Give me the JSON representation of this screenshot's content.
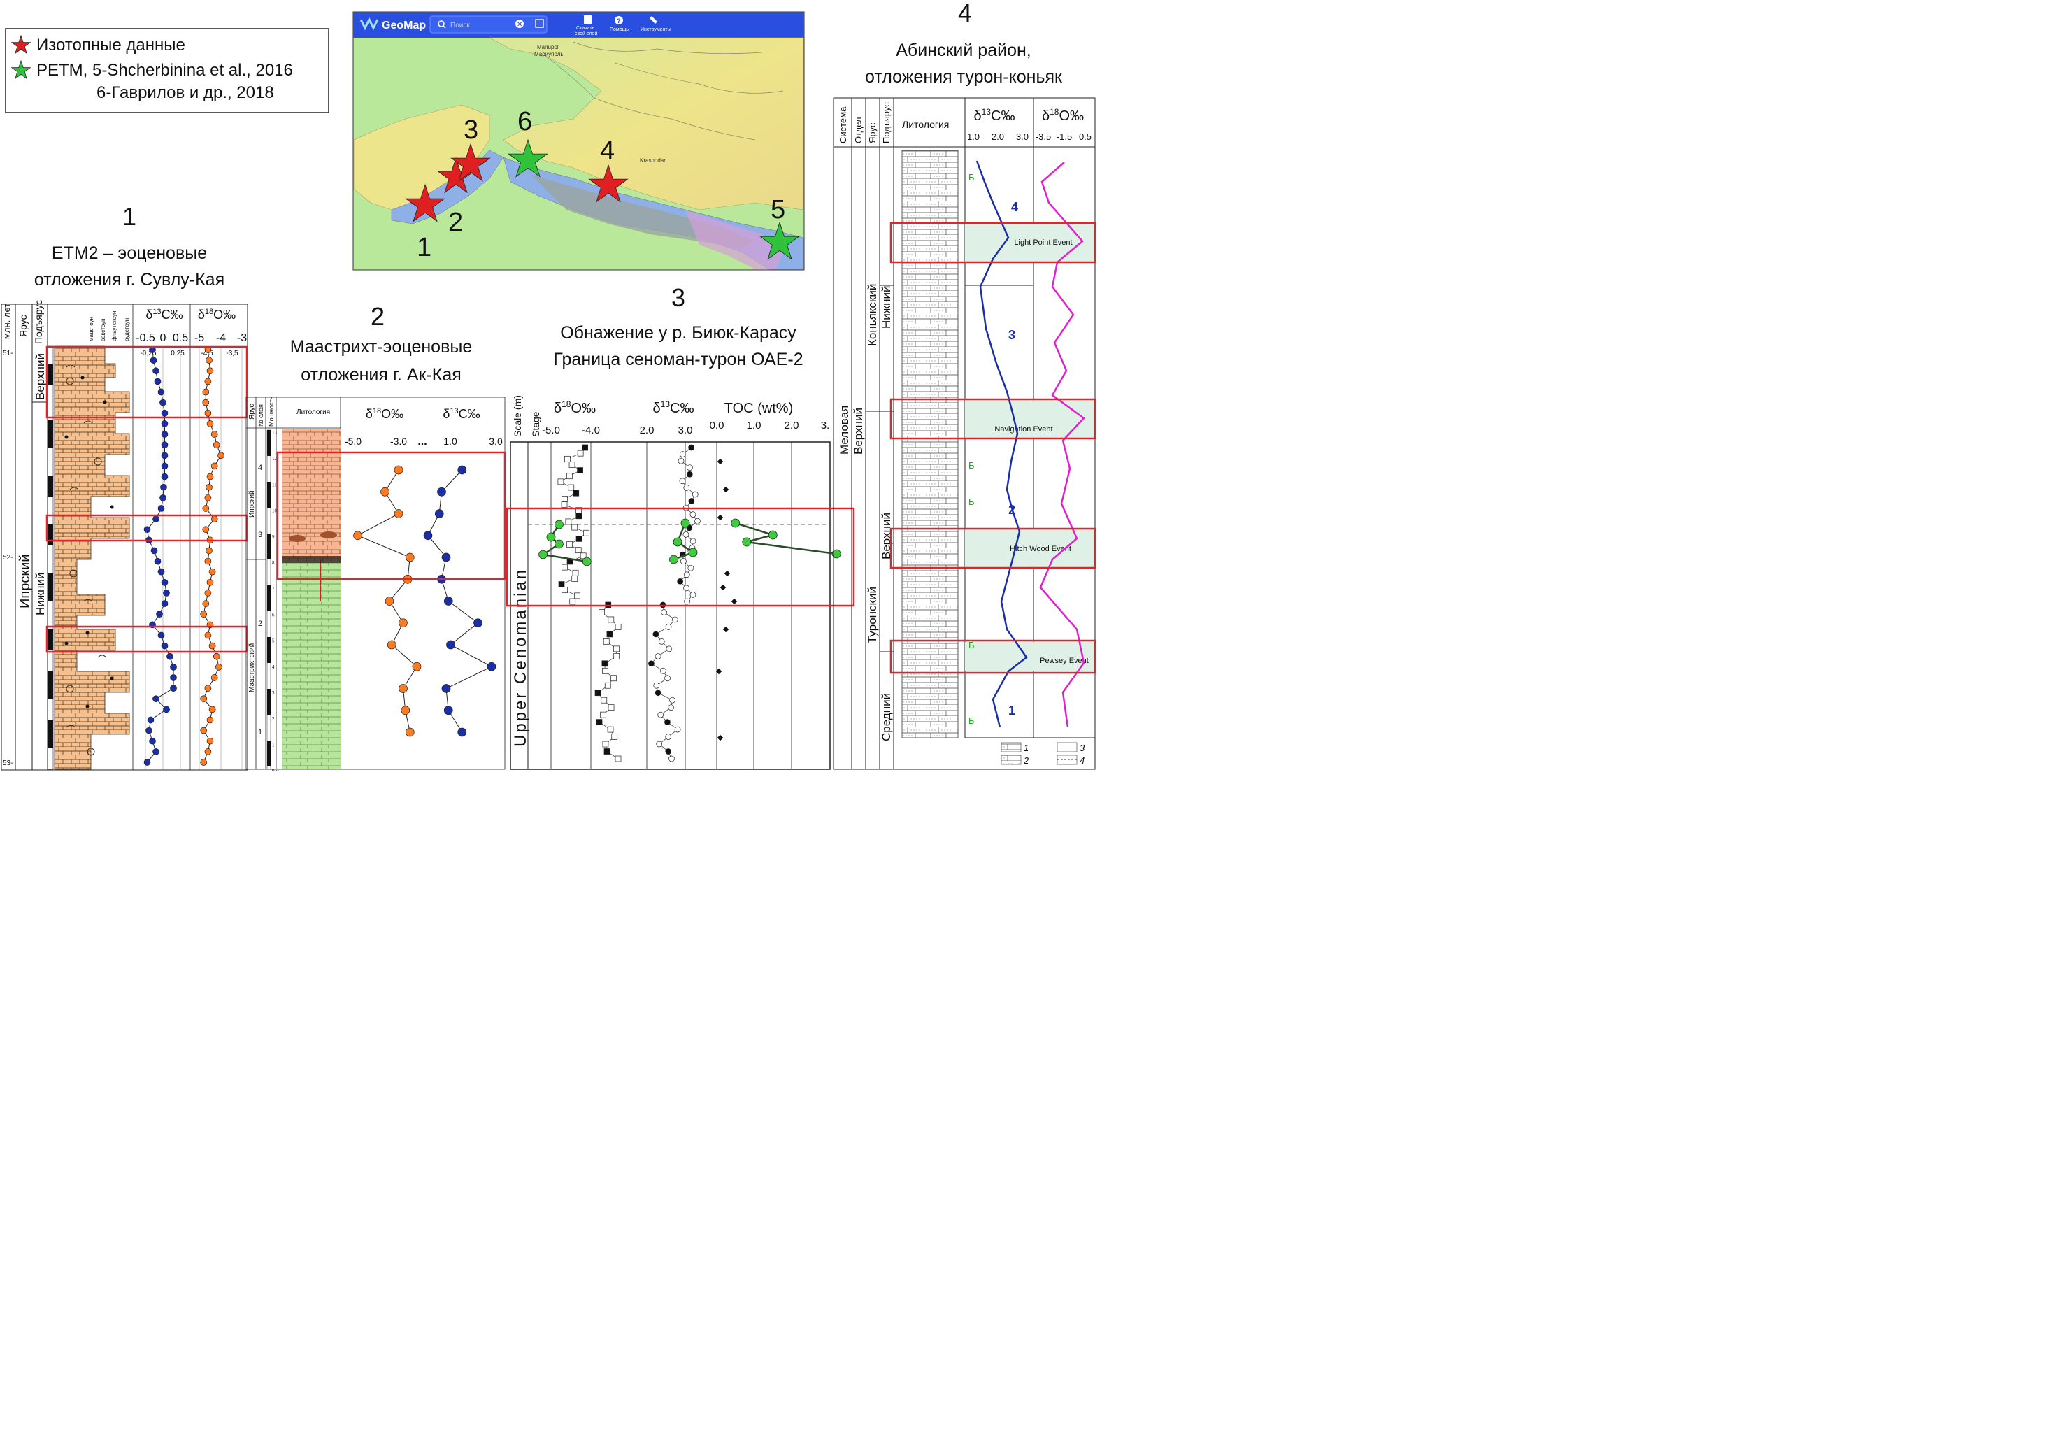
{
  "legend": {
    "red_star_label": "Изотопные данные",
    "green_star_label": "PETM, 5-Shcherbinina  et al., 2016",
    "green_star_label2": "6-Гаврилов и др., 2018"
  },
  "map": {
    "app_name": "GeoMap",
    "search_placeholder": "Поиск",
    "toolbar": [
      {
        "label": "Скачать\nсвой слой",
        "icon": "download-icon"
      },
      {
        "label": "Помощь",
        "icon": "help-icon"
      },
      {
        "label": "Инструменты",
        "icon": "wrench-icon"
      }
    ],
    "city": "Mariupol",
    "city_ru": "Мариуполь",
    "city2": "Krasnodar",
    "site_labels": [
      "1",
      "2",
      "3",
      "4",
      "5",
      "6"
    ]
  },
  "panel1": {
    "number": "1",
    "title_line1": "ETM2 – эоценовые",
    "title_line2": "отложения г. Сувлу-Кая",
    "col_age": "млн. лет",
    "col_stage": "Ярус",
    "col_substage": "Подъярус",
    "stage": "Ипрский",
    "substage_upper": "Верхний",
    "substage_lower": "Нижний",
    "texture_labels": [
      "мадстоун",
      "вакстоун",
      "флаутстоун",
      "рудстоун"
    ],
    "d13c_header": "δ13C‰",
    "d18o_header": "δ18O‰",
    "d13c_ticks": [
      "-0.5",
      "0",
      "0.5"
    ],
    "d13c_subticks": [
      "-0,25",
      "0,25"
    ],
    "d18o_ticks": [
      "-5",
      "-4",
      "-3"
    ],
    "d18o_subticks": [
      "-4,5",
      "-3,5"
    ],
    "age_ticks": [
      "51-",
      "52-",
      "53-"
    ],
    "d13c": [
      -0.3,
      -0.27,
      -0.2,
      -0.15,
      -0.05,
      0,
      0.05,
      0.05,
      0.05,
      0.05,
      0.05,
      0.05,
      0.05,
      0.02,
      0,
      -0.05,
      -0.2,
      -0.45,
      -0.4,
      -0.25,
      -0.15,
      -0.05,
      0.05,
      0.1,
      0.05,
      -0.1,
      -0.3,
      -0.05,
      0.05,
      0.2,
      0.3,
      0.3,
      0.3,
      -0.2,
      0.1,
      -0.35,
      -0.4,
      -0.3,
      -0.2,
      -0.45
    ],
    "d18o": [
      -4.6,
      -4.55,
      -4.5,
      -4.6,
      -4.7,
      -4.7,
      -4.6,
      -4.5,
      -4.3,
      -4.2,
      -4.0,
      -4.3,
      -4.5,
      -4.55,
      -4.6,
      -4.7,
      -4.3,
      -4.7,
      -4.5,
      -4.55,
      -4.6,
      -4.4,
      -4.5,
      -4.6,
      -4.7,
      -4.8,
      -4.5,
      -4.6,
      -4.4,
      -4.2,
      -4.1,
      -4.3,
      -4.6,
      -4.8,
      -4.4,
      -4.5,
      -4.8,
      -4.5,
      -4.6,
      -4.8
    ]
  },
  "panel2": {
    "number": "2",
    "title_line1": "Маастрихт-эоценовые",
    "title_line2": "отложения г. Ак-Кая",
    "col_stage": "Ярус",
    "col_layer": "№ слоя",
    "col_thickness": "Мощность",
    "col_lithology": "Литология",
    "stage_upper": "Ипрский",
    "stage_lower": "Маастрихтский",
    "d18o_header": "δ18O‰",
    "d13c_header": "δ13C‰",
    "d18o_ticks": [
      "-5.0",
      "-3.0"
    ],
    "ellipsis": "...",
    "d13c_ticks": [
      "1.0",
      "3.0"
    ],
    "layer_numbers": [
      "4",
      "3",
      "2",
      "1"
    ],
    "thickness_ticks": [
      "13",
      "12",
      "11",
      "10",
      "9",
      "8",
      "7",
      "6",
      "5",
      "4",
      "3",
      "2",
      "1",
      "0 м"
    ],
    "d18o": [
      -3.0,
      -3.6,
      -3.0,
      -4.8,
      -2.5,
      -2.6,
      -3.4,
      -2.8,
      -3.3,
      -2.2,
      -2.8,
      -2.7,
      -2.5
    ],
    "d13c": [
      1.5,
      0.6,
      0.5,
      0.0,
      0.8,
      0.6,
      0.9,
      2.2,
      1.0,
      2.8,
      0.8,
      0.9,
      1.5
    ]
  },
  "panel3": {
    "number": "3",
    "title_line1": "Обнажение у р. Биюк-Карасу",
    "title_line2": "Граница сеноман-турон ОАЕ-2",
    "scale_label": "Scale (m)",
    "stage_label": "Stage",
    "stage_name": "Upper Cenomanian",
    "d18o_header": "δ18O‰",
    "d13c_header": "δ13C‰",
    "toc_header": "TOC (wt%)",
    "d18o_ticks": [
      "-5.0",
      "-4.0"
    ],
    "d13c_ticks": [
      "2.0",
      "3.0"
    ],
    "toc_ticks": [
      "0.0",
      "1.0",
      "2.0",
      "3."
    ],
    "green_d18o": [
      -4.8,
      -5.0,
      -4.8,
      -5.2,
      -4.1
    ],
    "green_d13c": [
      3.0,
      2.8,
      3.2,
      2.7
    ],
    "green_toc": [
      0.5,
      1.5,
      0.8,
      3.2
    ]
  },
  "panel4": {
    "number": "4",
    "title_line1": "Абинский район,",
    "title_line2": "отложения турон-коньяк",
    "col_system": "Система",
    "col_series": "Отдел",
    "col_stage": "Ярус",
    "col_substage": "Подъярус",
    "col_lithology": "Литология",
    "d13c_header": "δ13C‰",
    "d18o_header": "δ18O‰",
    "d13c_ticks": [
      "1.0",
      "2.0",
      "3.0"
    ],
    "d18o_ticks": [
      "-3.5",
      "-1.5",
      "0.5"
    ],
    "system": "Меловая",
    "series": "Верхний",
    "stage_coniac": "Коньякский",
    "stage_turon": "Туронский",
    "sub_lower_coniac": "Нижний",
    "sub_upper_turon": "Верхний",
    "sub_middle_turon": "Средний",
    "events": [
      "Light Point Event",
      "Navigation Event",
      "Hitch Wood Event",
      "Pewsey Event"
    ],
    "zone_numbers": [
      "4",
      "3",
      "2",
      "1"
    ],
    "b_marks": [
      "Б",
      "Б",
      "Б",
      "Б",
      "Б"
    ],
    "legend_numbers": [
      "1",
      "2",
      "3",
      "4"
    ]
  },
  "colors": {
    "red_star": "#e02020",
    "green_star": "#2fc23a",
    "highlight_box": "#e0262a",
    "d13c_blue": "#1a2ea8",
    "d18o_orange": "#ff7a20",
    "d18o_magenta": "#e020d0",
    "limestone_tan": "#f5c08e",
    "map_header_blue": "#2a4fe0"
  }
}
